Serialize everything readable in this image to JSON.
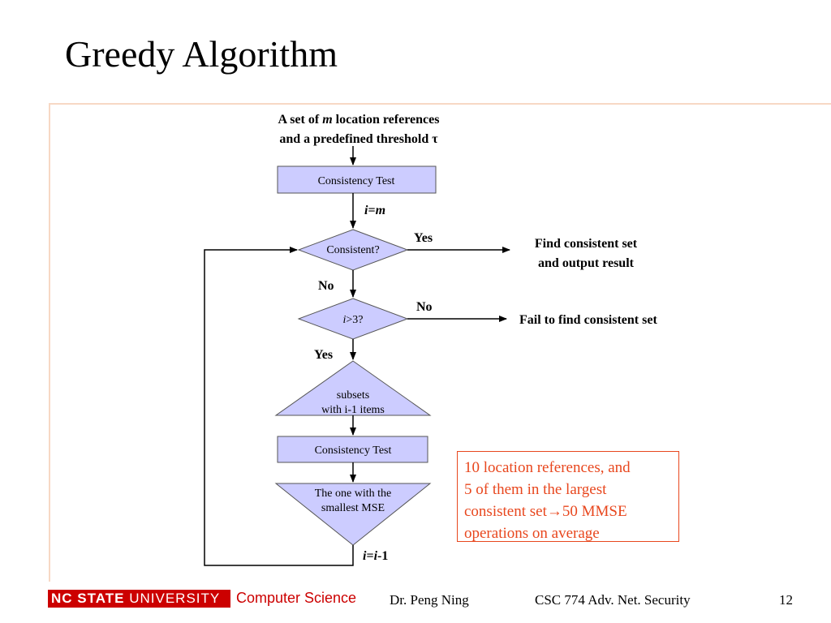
{
  "title": "Greedy Algorithm",
  "flowchart": {
    "input_line1_prefix": "A set of ",
    "input_line1_var": "m",
    "input_line1_suffix": " location references",
    "input_line2": "and a predefined threshold τ",
    "box1": "Consistency Test",
    "assign1_var_i": "i",
    "assign1_eq": "=",
    "assign1_var_m": "m",
    "decision1": "Consistent?",
    "yes1": "Yes",
    "result_yes_line1": "Find consistent set",
    "result_yes_line2": "and output result",
    "no1": "No",
    "decision2_var": "i",
    "decision2_rest": ">3?",
    "no2": "No",
    "result_fail": "Fail to find consistent set",
    "yes2": "Yes",
    "subsets_line1": "subsets",
    "subsets_line2": "with i-1 items",
    "box2": "Consistency Test",
    "smallest_line1": "The  one with the",
    "smallest_line2": "smallest MSE",
    "decrement_var1": "i",
    "decrement_eq": "=",
    "decrement_var2": "i",
    "decrement_rest": "-1"
  },
  "note": {
    "line1": "10 location references, and",
    "line2": "5 of them in the largest",
    "line3_prefix": "consistent set",
    "line3_arrow": "→",
    "line3_suffix": "50 MMSE",
    "line4": "operations on average"
  },
  "footer": {
    "logo_bold": "NC STATE",
    "logo_rest": " UNIVERSITY",
    "department": "Computer Science",
    "author": "Dr. Peng Ning",
    "course": "CSC 774 Adv. Net. Security",
    "page": "12"
  },
  "colors": {
    "shape_fill": "#ccccff",
    "note_border": "#e8471e",
    "brand_red": "#cc0000"
  }
}
